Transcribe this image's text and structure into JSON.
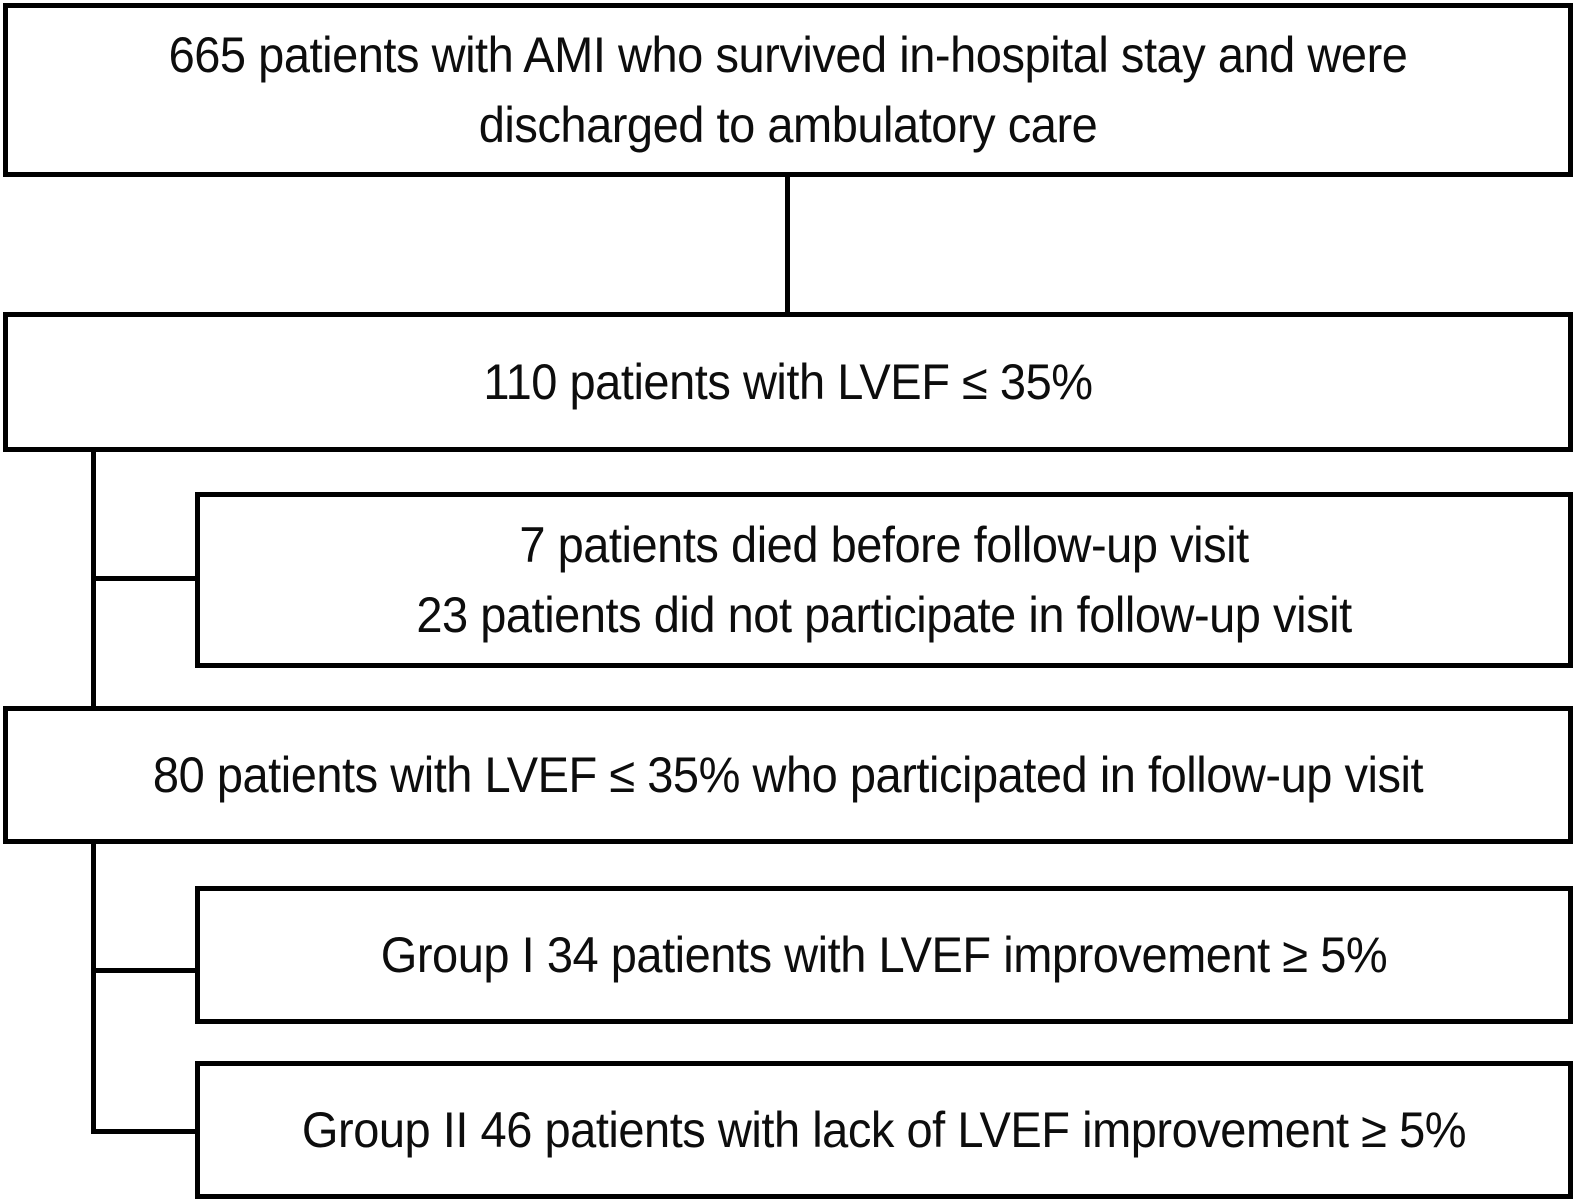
{
  "diagram": {
    "type": "flowchart",
    "colors": {
      "border": "#000000",
      "background": "#ffffff",
      "text": "#0d0d0d"
    },
    "boxes": [
      {
        "id": "box-ami",
        "lines": [
          "665 patients with AMI who survived in-hospital stay and were",
          "discharged to ambulatory care"
        ]
      },
      {
        "id": "box-lvef110",
        "lines": [
          "110 patients with LVEF ≤ 35%"
        ]
      },
      {
        "id": "box-excluded",
        "lines": [
          "7 patients died before follow-up visit",
          "23 patients did not participate in follow-up visit"
        ]
      },
      {
        "id": "box-lvef80",
        "lines": [
          "80 patients with LVEF ≤ 35% who participated in follow-up visit"
        ]
      },
      {
        "id": "box-group1",
        "lines": [
          "Group I 34 patients with LVEF improvement ≥ 5%"
        ]
      },
      {
        "id": "box-group2",
        "lines": [
          "Group II 46 patients with lack of LVEF improvement ≥ 5%"
        ]
      }
    ]
  }
}
